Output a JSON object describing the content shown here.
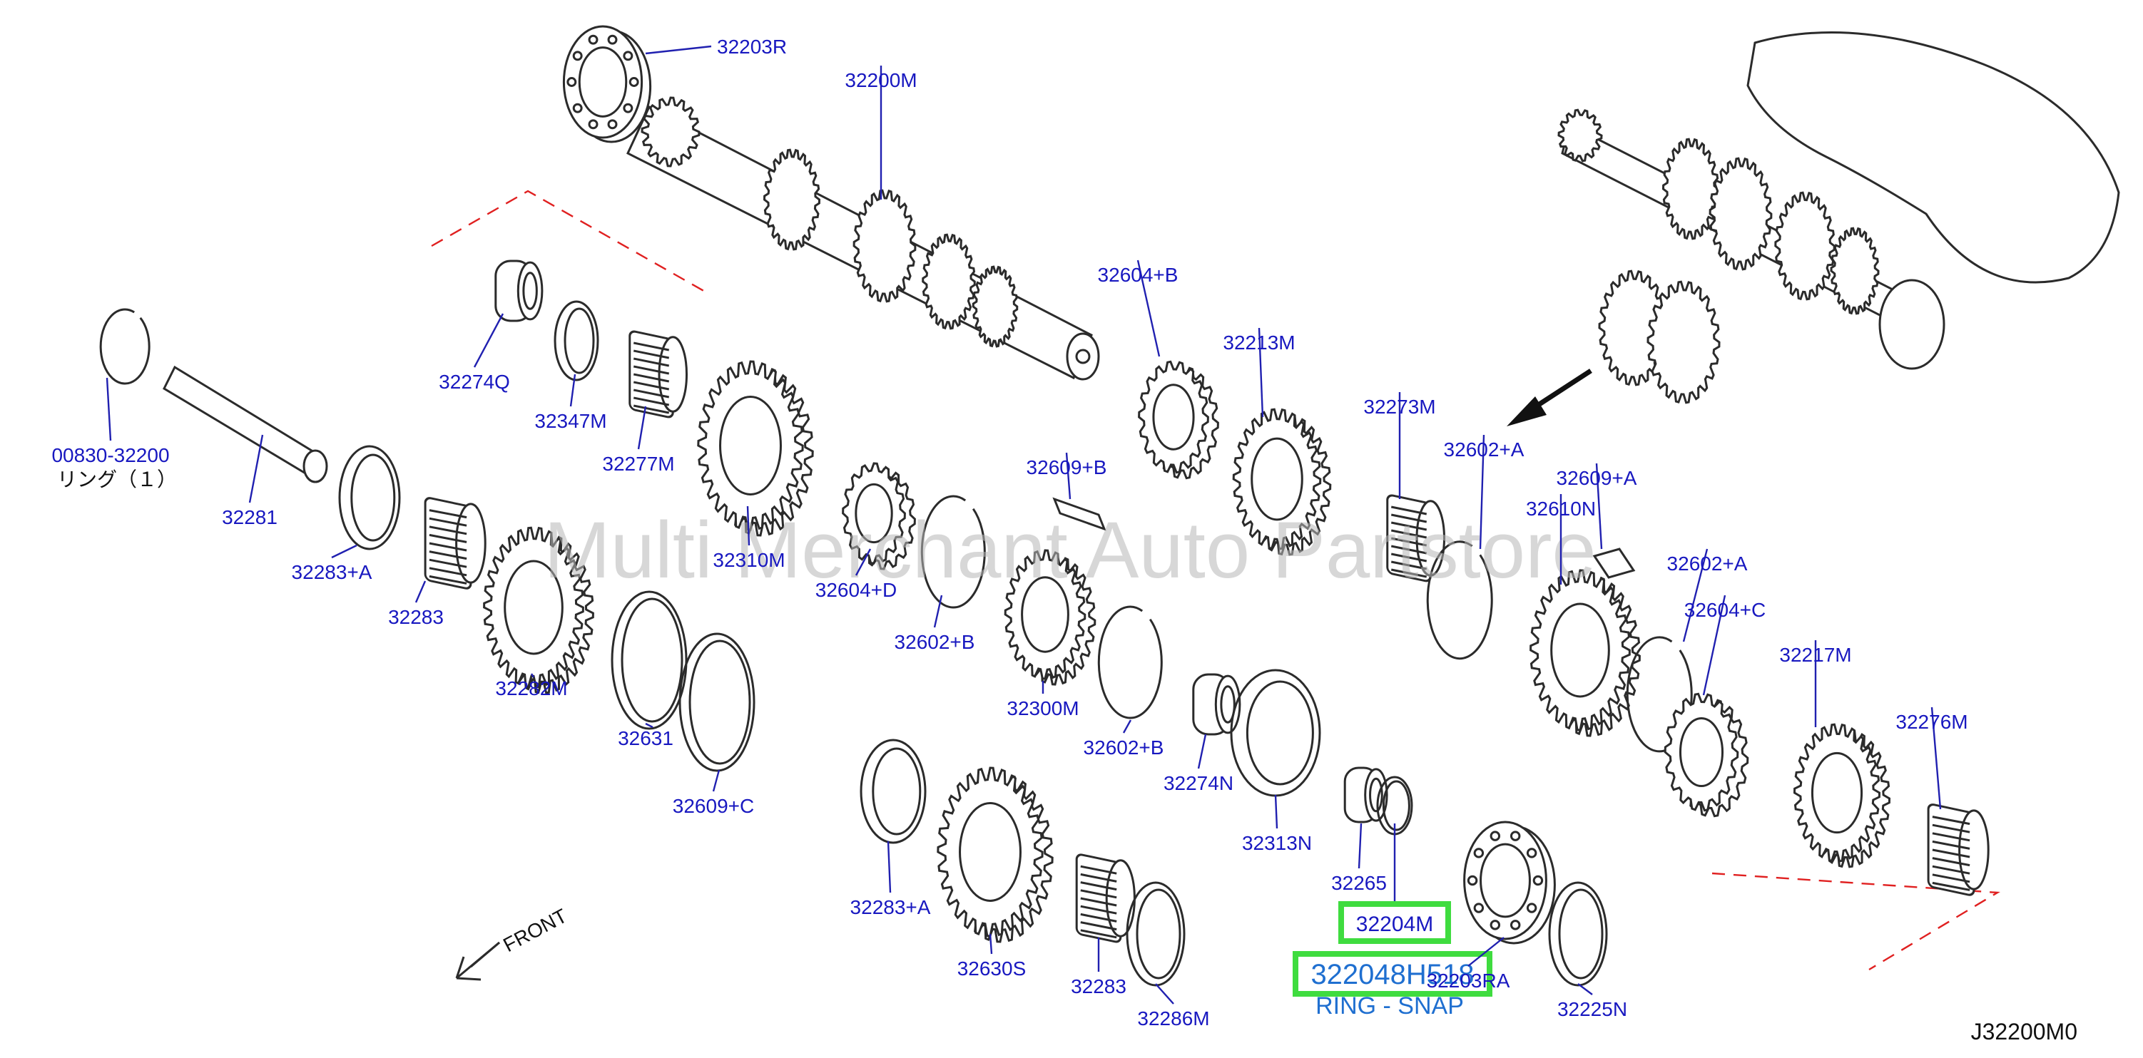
{
  "watermark": "Multi Merchant Auto Partstore",
  "front_label": "FRONT",
  "diagram_code": "J32200M0",
  "note_text": "リング（１）",
  "highlight": {
    "part_ref": "32204M",
    "part_number": "322048H518",
    "description": "RING - SNAP"
  },
  "labels": [
    "32203R",
    "32200M",
    "32604+B",
    "32213M",
    "32273M",
    "32602+A",
    "32609+A",
    "32610N",
    "32602+A",
    "32604+C",
    "32217M",
    "32276M",
    "00830-32200",
    "32281",
    "32274Q",
    "32347M",
    "32277M",
    "32310M",
    "32609+B",
    "32604+D",
    "32602+B",
    "32283+A",
    "32283",
    "32282M",
    "32631",
    "32609+C",
    "32300M",
    "32602+B",
    "32274N",
    "32313N",
    "32265",
    "32283+A",
    "32630S",
    "32283",
    "32286M",
    "32203RA",
    "32225N"
  ],
  "colors": {
    "label": "#1818c0",
    "highlight_box": "#3fdc3f",
    "highlight_text": "#1f6fd0",
    "dashed_outline": "#e02020",
    "watermark": "#b8b8b8"
  }
}
